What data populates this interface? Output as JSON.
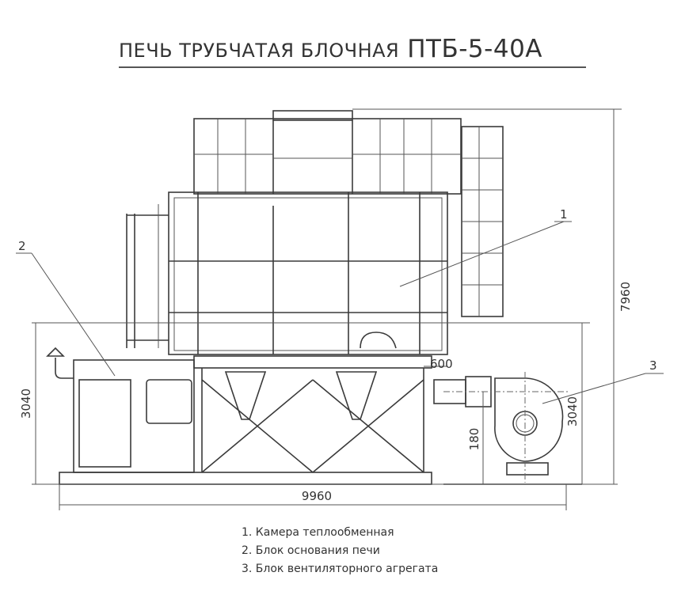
{
  "title": {
    "prefix": "ПЕЧЬ ТРУБЧАТАЯ БЛОЧНАЯ",
    "model": "ПТБ-5-40А"
  },
  "callouts": [
    "1",
    "2",
    "3"
  ],
  "dimensions": {
    "total_height": "7960",
    "base_height_left": "3040",
    "base_height_right": "3040",
    "fan_axis": "180",
    "offset": "600",
    "total_length": "9960"
  },
  "legend": [
    "1. Камера теплообменная",
    "2. Блок основания печи",
    "3. Блок вентиляторного агрегата"
  ]
}
